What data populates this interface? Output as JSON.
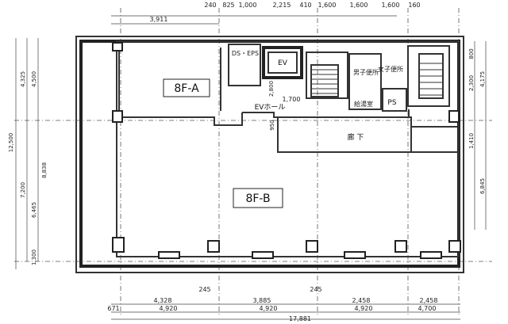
{
  "rooms": {
    "a": "8F-A",
    "b": "8F-B",
    "ev": "EV",
    "ev_hall": "EVホール",
    "corridor": "廊 下",
    "ps": "PS",
    "ps_dk": "DS・EPS",
    "wc_m": "男子便所",
    "wc_f": "女子便所",
    "kyutou": "給湯室"
  },
  "dims_top": [
    "3,911",
    "240",
    "825",
    "1,000",
    "2,215",
    "410",
    "1,600",
    "1,600",
    "1,600",
    "160"
  ],
  "dims_bottom_row1": [
    "671",
    "4,920",
    "4,920",
    "4,920",
    "4,700"
  ],
  "dims_bottom_row2": [
    "4,328",
    "245",
    "3,885",
    "245",
    "2,458",
    "2,458"
  ],
  "dims_total_bottom": "17,881",
  "dims_left": [
    "4,325",
    "4,500",
    "12,500",
    "7,200",
    "6,465",
    "8,838",
    "1,300"
  ],
  "dims_right": [
    "800",
    "2,300",
    "4,175",
    "1,410",
    "6,845"
  ],
  "dims_inner": [
    "1,700",
    "2,800",
    "950"
  ]
}
